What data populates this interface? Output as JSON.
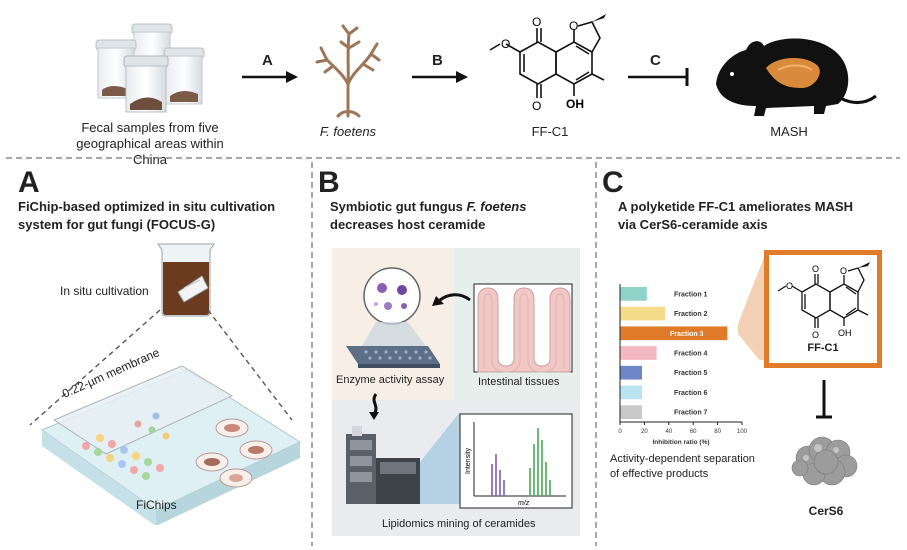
{
  "top": {
    "samples_caption": "Fecal samples from five geographical areas within China",
    "step_a": "A",
    "step_b": "B",
    "step_c": "C",
    "fungus_caption": "F. foetens",
    "compound_caption": "FF-C1",
    "disease_caption": "MASH"
  },
  "molecule": {
    "methoxy": "O",
    "ketone_top": "O",
    "ketone_bottom": "O",
    "furan_o": "O",
    "hydroxyl": "OH"
  },
  "panel_a": {
    "letter": "A",
    "title": "FiChip-based optimized in situ cultivation system for gut fungi (FOCUS-G)",
    "cultivation_label": "In situ cultivation",
    "membrane_label": "0.22-µm membrane",
    "fichips_label": "FiChips"
  },
  "panel_b": {
    "letter": "B",
    "title_prefix": "Symbiotic gut fungus",
    "title_species": "F. foetens",
    "title_suffix": "decreases host ceramide",
    "enzyme_label": "Enzyme activity assay",
    "tissue_label": "Intestinal tissues",
    "lipidomics_label": "Lipidomics mining of ceramides",
    "ms_ylabel": "Intensity",
    "ms_xlabel": "m/z"
  },
  "panel_c": {
    "letter": "C",
    "title": "A polyketide FF-C1 ameliorates MASH via CerS6-ceramide axis",
    "chart_caption": "Activity-dependent separation of effective products",
    "compound_label": "FF-C1",
    "target_label": "CerS6"
  },
  "chart_data": {
    "type": "bar",
    "orientation": "horizontal",
    "categories": [
      "Fraction 1",
      "Fraction 2",
      "Fraction 3",
      "Fraction 4",
      "Fraction 5",
      "Fraction 6",
      "Fraction 7"
    ],
    "values": [
      22,
      37,
      88,
      30,
      18,
      18,
      18
    ],
    "colors": [
      "#8fd3c8",
      "#f6dc8a",
      "#e07b2a",
      "#f2b7c0",
      "#6f86c9",
      "#b9e3ee",
      "#c9c9c9"
    ],
    "highlight": "Fraction 3",
    "xlabel": "Inhibition ratio (%)",
    "xticks": [
      "0",
      "20",
      "40",
      "60",
      "80",
      "100"
    ],
    "xlim": [
      0,
      100
    ]
  }
}
